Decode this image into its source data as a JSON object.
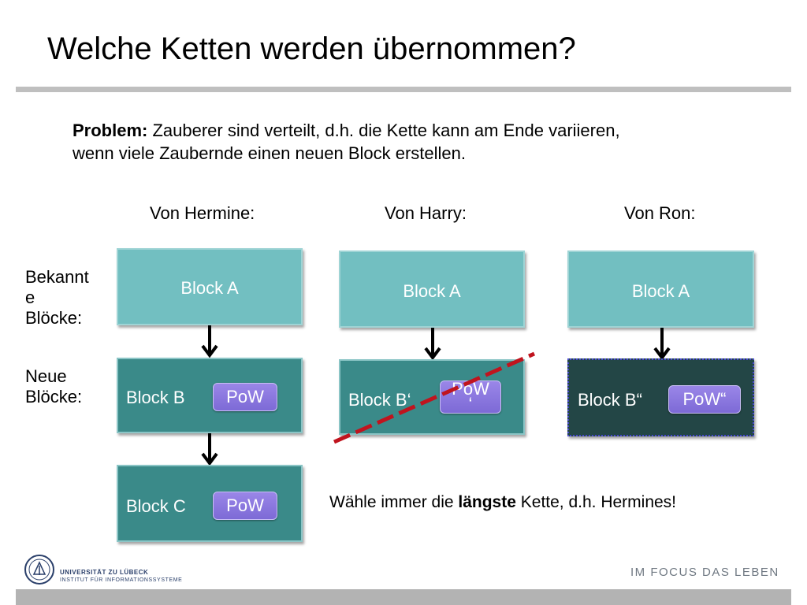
{
  "title": "Welche Ketten werden übernommen?",
  "problem": {
    "bold": "Problem:",
    "text": " Zauberer sind verteilt, d.h. die Kette kann am Ende variieren, wenn viele Zaubernde einen neuen Block erstellen."
  },
  "columns": {
    "hermine": "Von Hermine:",
    "harry": "Von Harry:",
    "ron": "Von Ron:"
  },
  "rows": {
    "known": "Bekannt\ne\nBlöcke:",
    "new": "Neue\nBlöcke:"
  },
  "blocks": {
    "hermine_a": "Block A",
    "hermine_b": "Block B",
    "hermine_b_pow": "PoW",
    "hermine_c": "Block C",
    "hermine_c_pow": "PoW",
    "harry_a": "Block A",
    "harry_b": "Block B‘",
    "harry_b_pow": "PoW\n‘",
    "ron_a": "Block A",
    "ron_b": "Block B“",
    "ron_b_pow": "PoW“"
  },
  "conclusion": {
    "pre": "Wähle immer die ",
    "bold": "längste",
    "post": " Kette, d.h. Hermines!"
  },
  "footer": {
    "university": "UNIVERSITÄT ZU LÜBECK",
    "institute": "INSTITUT FÜR INFORMATIONSSYSTEME",
    "slogan": "IM FOCUS DAS LEBEN"
  },
  "colors": {
    "block_light": "#72bfc1",
    "block_dark": "#3a8a89",
    "block_darker": "#234646",
    "pow": "#8a76de",
    "strike": "#c0141e"
  }
}
